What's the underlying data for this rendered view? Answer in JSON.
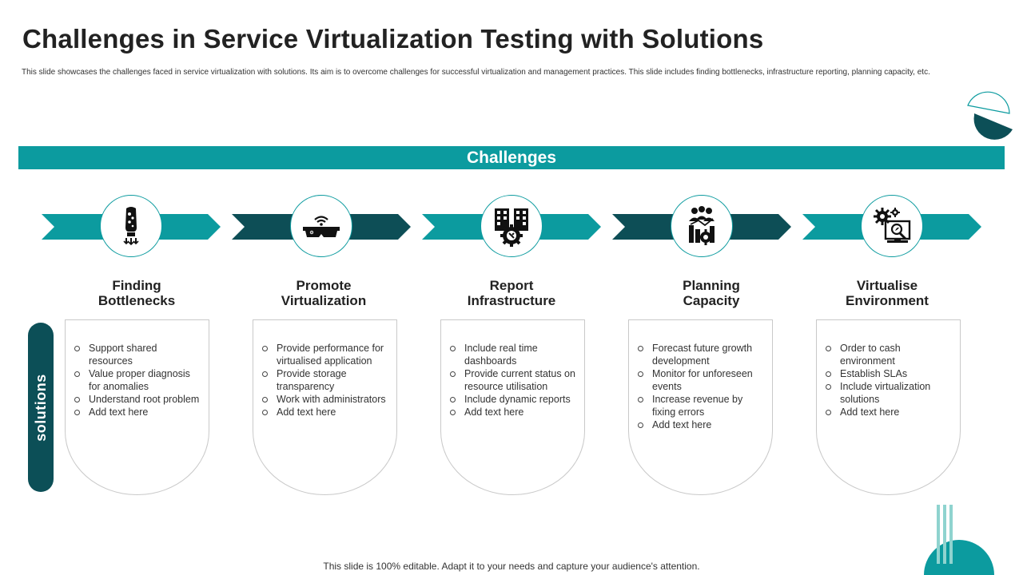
{
  "title": "Challenges in Service Virtualization Testing with Solutions",
  "subtitle": "This slide showcases the challenges faced in service virtualization with solutions. Its aim is to overcome challenges for successful virtualization and management  practices. This slide includes finding bottlenecks, infrastructure reporting, planning capacity, etc.",
  "band_label": "Challenges",
  "solutions_label": "solutions",
  "footer": "This slide is 100% editable. Adapt it to your needs and capture your audience's attention.",
  "colors": {
    "teal": "#0c9b9f",
    "dark_teal": "#0c4f57",
    "arrow_dark": "#0d4e56"
  },
  "challenges": [
    {
      "title_line1": "Finding",
      "title_line2": "Bottlenecks",
      "icon": "bottleneck-icon",
      "items": [
        "Support shared resources",
        "Value proper diagnosis for anomalies",
        "Understand root problem",
        "Add text here"
      ]
    },
    {
      "title_line1": "Promote",
      "title_line2": "Virtualization",
      "icon": "vr-headset-icon",
      "items": [
        "Provide performance for virtualised application",
        "Provide storage transparency",
        "Work with administrators",
        "Add text here"
      ]
    },
    {
      "title_line1": "Report",
      "title_line2": "Infrastructure",
      "icon": "infrastructure-gear-icon",
      "items": [
        "Include real time dashboards",
        "Provide current status on resource utilisation",
        "Include dynamic reports",
        "Add text here"
      ]
    },
    {
      "title_line1": "Planning",
      "title_line2": "Capacity",
      "icon": "team-capacity-icon",
      "items": [
        "Forecast future growth development",
        "Monitor for unforeseen events",
        "Increase revenue  by fixing errors",
        "Add text here"
      ]
    },
    {
      "title_line1": "Virtualise",
      "title_line2": "Environment",
      "icon": "virtual-environment-icon",
      "items": [
        "Order to cash environment",
        "Establish SLAs",
        "Include virtualization solutions",
        "Add text here"
      ]
    }
  ]
}
